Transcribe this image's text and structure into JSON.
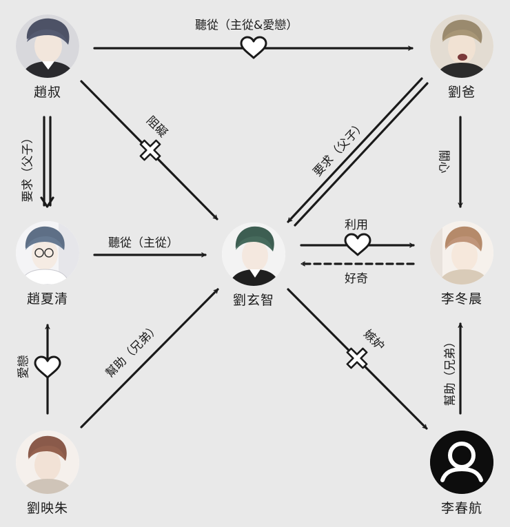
{
  "nodes": {
    "zhao_shu": {
      "name": "趙叔"
    },
    "liu_ba": {
      "name": "劉爸"
    },
    "zhao_xiaqing": {
      "name": "趙夏清"
    },
    "liu_xuanzhi": {
      "name": "劉玄智"
    },
    "li_dongchen": {
      "name": "李冬晨"
    },
    "liu_yingzhu": {
      "name": "劉映朱"
    },
    "li_chunhang": {
      "name": "李春航",
      "icon": "person-icon"
    }
  },
  "edges": {
    "zhao_shu_to_liu_ba": "聽從（主從&愛戀）",
    "zhao_shu_to_liu_xuanzhi": "阻礙",
    "liu_ba_to_liu_xuanzhi": "要求（父子）",
    "zhao_shu_to_zhao_xiaqing": "要求（父子）",
    "liu_ba_to_li_dongchen": "關心",
    "zhao_xiaqing_to_liu_xuanzhi": "聽從（主從）",
    "liu_xuanzhi_to_li_dongchen": "利用",
    "li_dongchen_to_liu_xuanzhi": "好奇",
    "zhao_xiaqing_liu_yingzhu": "愛戀",
    "liu_yingzhu_to_liu_xuanzhi": "幫助（兄弟）",
    "liu_xuanzhi_to_li_chunhang": "嫉妒",
    "li_chunhang_to_li_dongchen": "幫助（兄弟）"
  },
  "colors": {
    "background": "#e9e9e9",
    "line": "#1a1a1a",
    "heart_fill": "#ffffff"
  }
}
